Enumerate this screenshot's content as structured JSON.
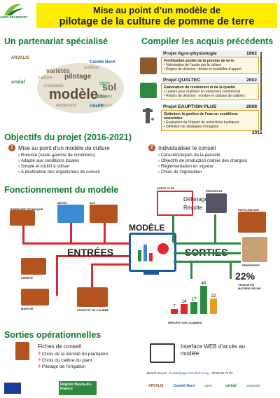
{
  "header": {
    "org_logo": "AGRO-TRANSFERT",
    "title_line1": "Mise au point d’un modèle de",
    "title_line2": "pilotage de la culture de pomme de terre"
  },
  "partnership": {
    "title": "Un partenariat spécialisé",
    "wordcloud": [
      "variétés",
      "calibre",
      "pilotage",
      "croissance",
      "modèle",
      "eau",
      "sol",
      "nutrition",
      "rendement",
      "besoin"
    ],
    "partners_left": [
      "ARVALIS",
      "unéal"
    ],
    "partners_right": [
      "Comité Nord",
      "sipre",
      "expandis",
      "GitePP"
    ]
  },
  "previous": {
    "title": "Compiler les acquis précédents",
    "phases": [
      {
        "name": "Projet Agro-physiologie",
        "year": "1992",
        "heading": "Fertilisation azotée de la pomme de terre",
        "points": [
          "Valorisation de l’azote par la culture",
          "Règles de décision : doses et modalités d’apport"
        ]
      },
      {
        "name": "Projet QUALTEC",
        "year": "2002",
        "heading": "Élaboration du rendement et de la qualité",
        "points": [
          "Leviers pour maîtriser le rendement commercial",
          "Règles de décision : nombre et classes de calibres"
        ]
      },
      {
        "name": "Projet EAUPTION PLUS",
        "year": "2008",
        "heading": "Optimiser la gestion de l’eau en conditions restreintes",
        "points": [
          "Évaluation de l’impact de restrictions hydriques",
          "Définition de stratégies d’irrigation"
        ]
      }
    ],
    "end_year": "2015"
  },
  "objectives": {
    "title": "Objectifs du projet (2016-2021)",
    "obj1": {
      "num": "1",
      "label": "Mise au point d’un modèle de culture",
      "points": [
        "Robuste (vaste gamme de conditions)",
        "Adapté aux conditions locales",
        "Simple et intuitif à utiliser",
        "À destination des organismes de conseil"
      ]
    },
    "obj2": {
      "num": "2",
      "label": "Individualiser le conseil",
      "points": [
        "Caractéristiques de la parcelle",
        "Objectifs de production (cahier des charges)",
        "Réglementation en vigueur",
        "Choix de l’agriculteur"
      ]
    }
  },
  "functioning": {
    "title": "Fonctionnement du modèle",
    "center": "MODÈLE",
    "inputs_label": "ENTRÉES",
    "outputs_label": "SORTIES",
    "inputs": [
      "ITINÉRAIRE TECHNIQUE",
      "MÉTÉO",
      "SOL",
      "VARIÉTÉ",
      "MARCHÉ",
      "OBJECTIF DE CALIBRE"
    ],
    "outputs": [
      "DATES CLÉS",
      "IRRIGATION",
      "FERTILISATION",
      "RENDEMENT",
      "TENEUR EN MATIÈRE SÈCHE",
      "RÉPARTITION CALIBRES"
    ],
    "dates": [
      "Défanage",
      "Récolte"
    ],
    "dry_matter": "22%",
    "calibre_bars": [
      7,
      14,
      17,
      40,
      22
    ]
  },
  "ops": {
    "title": "Sorties opérationnelles",
    "left_title": "Fiches de conseil",
    "left_items": [
      "Choix de la densité de plantation",
      "Choix du calibre du plant",
      "Pilotage de l’irrigation"
    ],
    "right_title": "Interface WEB d’accès au modèle"
  },
  "contact": {
    "name": "Benoît VALLE",
    "email": "b.valle@agro-transfert-rt.org",
    "phone": "03 22 85 75 87"
  },
  "footer_logos": [
    "Région Hauts-de-France",
    "ARVALIS",
    "Comité Nord",
    "sipre",
    "unéal",
    "expandis"
  ],
  "colors": {
    "accent": "#0d7a2e",
    "title_bg": "#ffec00",
    "red": "#e3252d",
    "brown": "#b3541e"
  }
}
